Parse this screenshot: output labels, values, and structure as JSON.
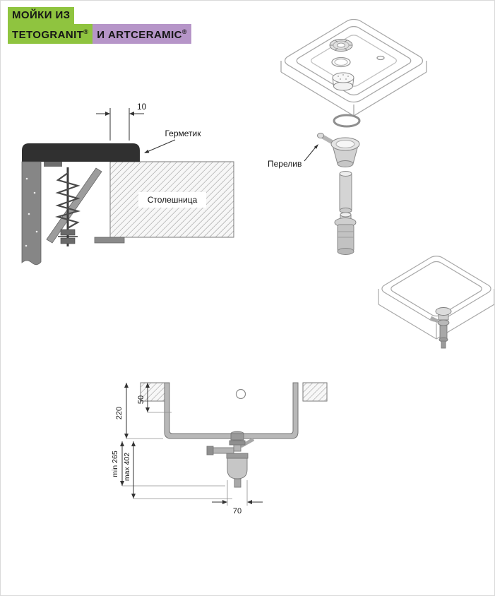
{
  "header": {
    "line1": "МОЙКИ ИЗ",
    "brand1": "TETOGRANIT",
    "reg1": "®",
    "conj": "И",
    "brand2": "ARTCERAMIC",
    "reg2": "®"
  },
  "colors": {
    "brand_green": "#8fc43f",
    "brand_purple": "#b695c8",
    "sink_dark": "#303030",
    "drawing_gray": "#8a8a8a",
    "dimension_line": "#333333"
  },
  "mount_detail": {
    "overhang_dim": "10",
    "sealant_label": "Герметик",
    "countertop_label": "Столешница"
  },
  "exploded_view": {
    "overflow_label": "Перелив"
  },
  "section_view": {
    "depth_dim": "220",
    "rim_dim": "50",
    "min_dim": "min 265",
    "max_dim": "max 402",
    "trap_dim": "70"
  }
}
